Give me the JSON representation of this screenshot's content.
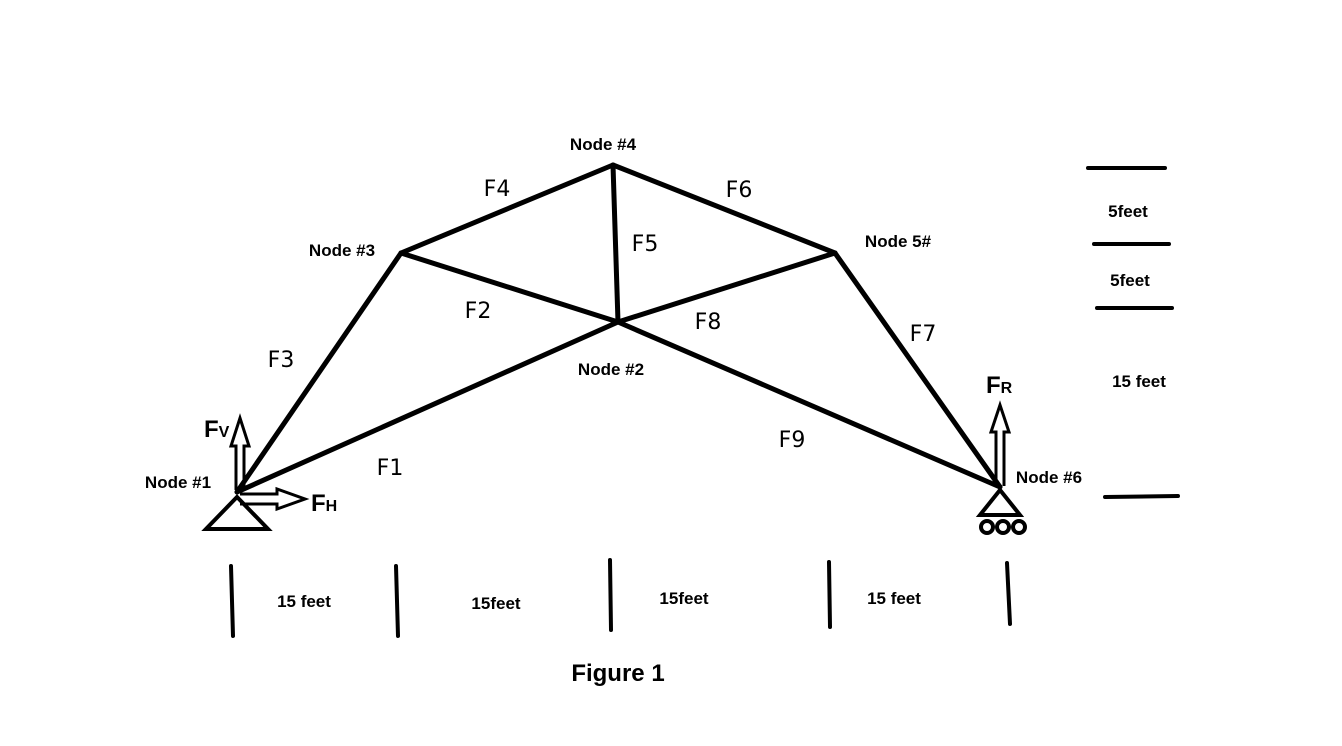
{
  "nodes": {
    "n1": "Node #1",
    "n2": "Node #2",
    "n3": "Node #3",
    "n4": "Node #4",
    "n5": "Node 5#",
    "n6": "Node #6"
  },
  "members": {
    "f1": "F1",
    "f2": "F2",
    "f3": "F3",
    "f4": "F4",
    "f5": "F5",
    "f6": "F6",
    "f7": "F7",
    "f8": "F8",
    "f9": "F9"
  },
  "forces": {
    "fv": {
      "main": "F",
      "sub": "V"
    },
    "fh": {
      "main": "F",
      "sub": "H"
    },
    "fr": {
      "main": "F",
      "sub": "R"
    }
  },
  "horizontal_dims": [
    "15 feet",
    "15feet",
    "15feet",
    "15 feet"
  ],
  "vertical_dims": [
    "5feet",
    "5feet",
    "15 feet"
  ],
  "caption": "Figure 1"
}
